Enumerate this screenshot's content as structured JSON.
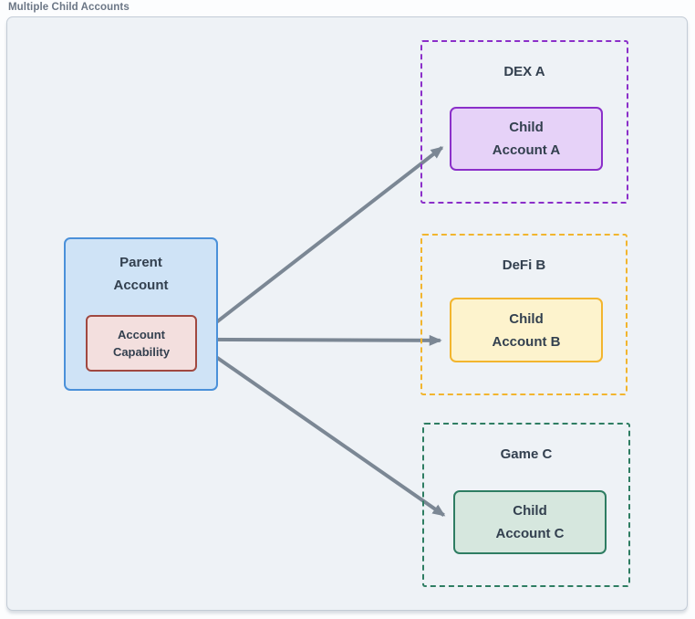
{
  "page": {
    "title": "Multiple Child Accounts"
  },
  "colors": {
    "frame_bg": "#eef2f6",
    "frame_border": "#c3ccd6",
    "parent_bg": "#cfe3f6",
    "parent_border": "#4a90d9",
    "capability_bg": "#f3dfde",
    "capability_border": "#a04840",
    "arrow": "#7b8794",
    "text_dark": "#33404f",
    "label_gray": "#6b7685",
    "purple_accent": "#8b2fc9",
    "purple_fill": "#e6d2f8",
    "yellow_accent": "#f2b52e",
    "yellow_fill": "#fdf3cd",
    "green_accent": "#2e7d62",
    "green_fill": "#d6e7de"
  },
  "parent": {
    "line1": "Parent",
    "line2": "Account",
    "capability": {
      "line1": "Account",
      "line2": "Capability"
    }
  },
  "groups": [
    {
      "title": "DEX A",
      "child": {
        "line1": "Child",
        "line2": "Account A"
      }
    },
    {
      "title": "DeFi B",
      "child": {
        "line1": "Child",
        "line2": "Account B"
      }
    },
    {
      "title": "Game C",
      "child": {
        "line1": "Child",
        "line2": "Account C"
      }
    }
  ]
}
